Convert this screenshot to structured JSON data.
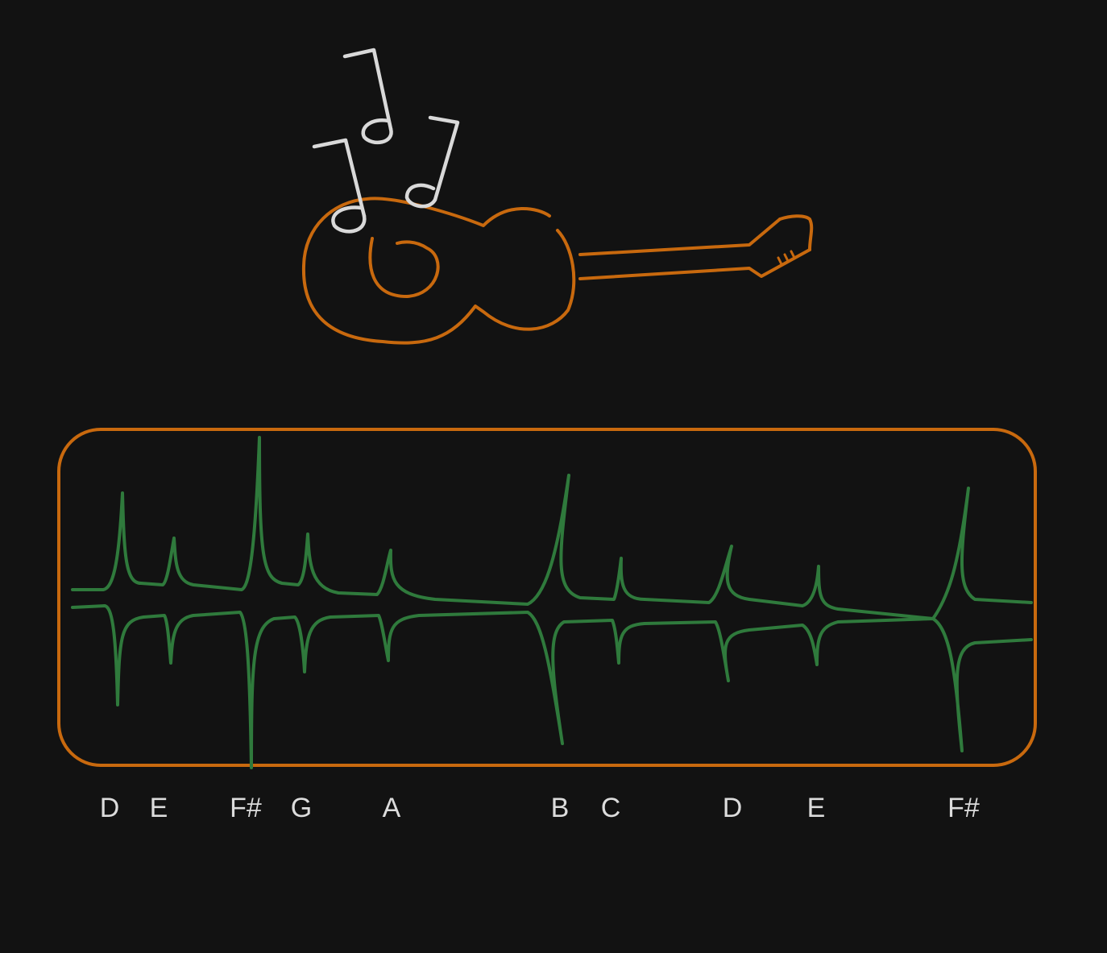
{
  "colors": {
    "background": "#121212",
    "guitar": "#c8690e",
    "notes": "#d9d9d9",
    "waveform": "#2f7a3c",
    "panel_border": "#c8690e",
    "labels": "#dcdcdc"
  },
  "icons": {
    "instrument": "guitar-icon",
    "notes": "music-notes-icon"
  },
  "pitch_labels": [
    "D",
    "E",
    "F#",
    "G",
    "A",
    "B",
    "C",
    "D",
    "E",
    "F#"
  ]
}
